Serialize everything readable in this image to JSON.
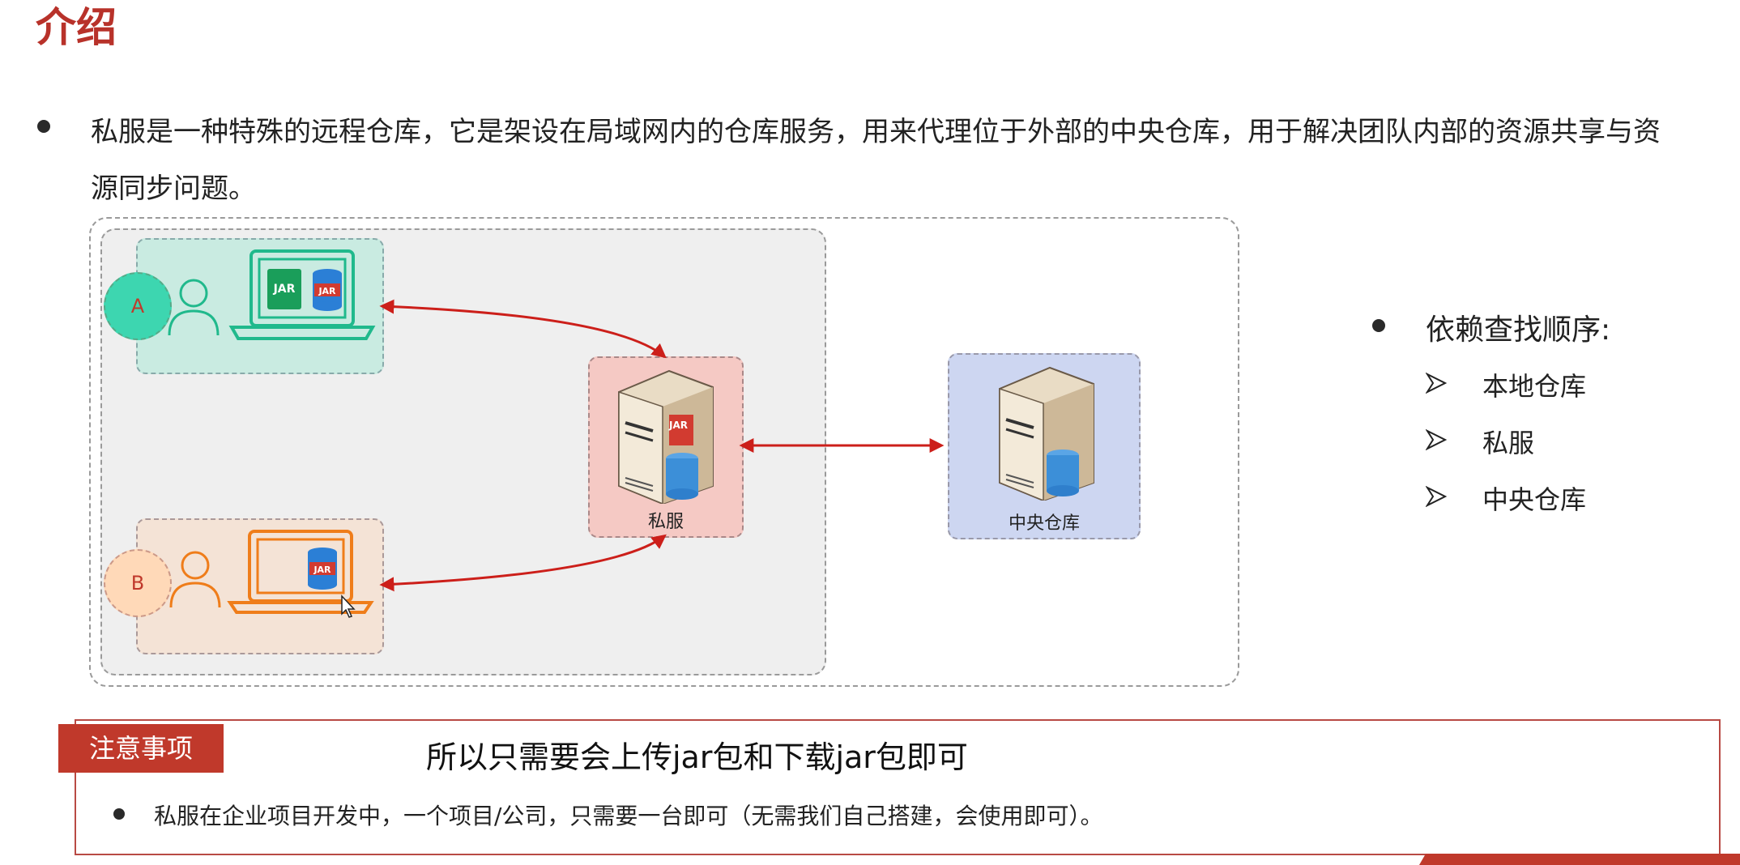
{
  "title": "介绍",
  "intro": "私服是一种特殊的远程仓库，它是架设在局域网内的仓库服务，用来代理位于外部的中央仓库，用于解决团队内部的资源共享与资源同步问题。",
  "diagram": {
    "user_a": "A",
    "user_b": "B",
    "jar": "JAR",
    "private_server": "私服",
    "central_repo": "中央仓库"
  },
  "lookup_order": {
    "title": "依赖查找顺序:",
    "items": [
      "本地仓库",
      "私服",
      "中央仓库"
    ]
  },
  "note": {
    "tag": "注意事项",
    "headline": "所以只需要会上传jar包和下载jar包即可",
    "text": "私服在企业项目开发中，一个项目/公司，只需要一台即可（无需我们自己搭建，会使用即可）。"
  },
  "colors": {
    "accent": "#b8322a",
    "arrow": "#cc1f1a",
    "teal": "#20b98c",
    "orange": "#ef7d1a"
  }
}
